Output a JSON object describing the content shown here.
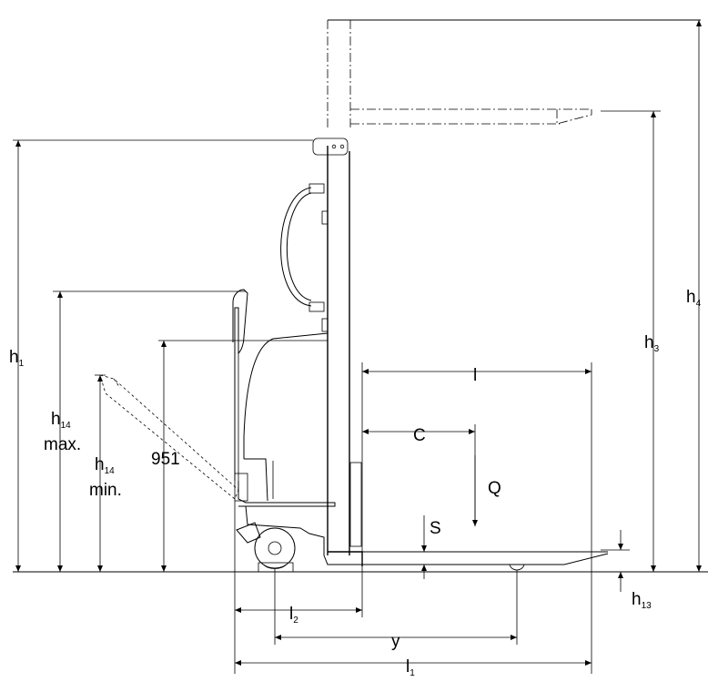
{
  "labels": {
    "h1": {
      "main": "h",
      "sub": "1"
    },
    "h3": {
      "main": "h",
      "sub": "3"
    },
    "h4": {
      "main": "h",
      "sub": "4"
    },
    "h13": {
      "main": "h",
      "sub": "13"
    },
    "h14max": {
      "main": "h",
      "sub": "14",
      "suffix": "max."
    },
    "h14min": {
      "main": "h",
      "sub": "14",
      "suffix": "min."
    },
    "dim951": "951",
    "l": "l",
    "c": "C",
    "q": "Q",
    "s": "S",
    "l2": {
      "main": "l",
      "sub": "2"
    },
    "y": "y",
    "l1": {
      "main": "l",
      "sub": "1"
    }
  }
}
